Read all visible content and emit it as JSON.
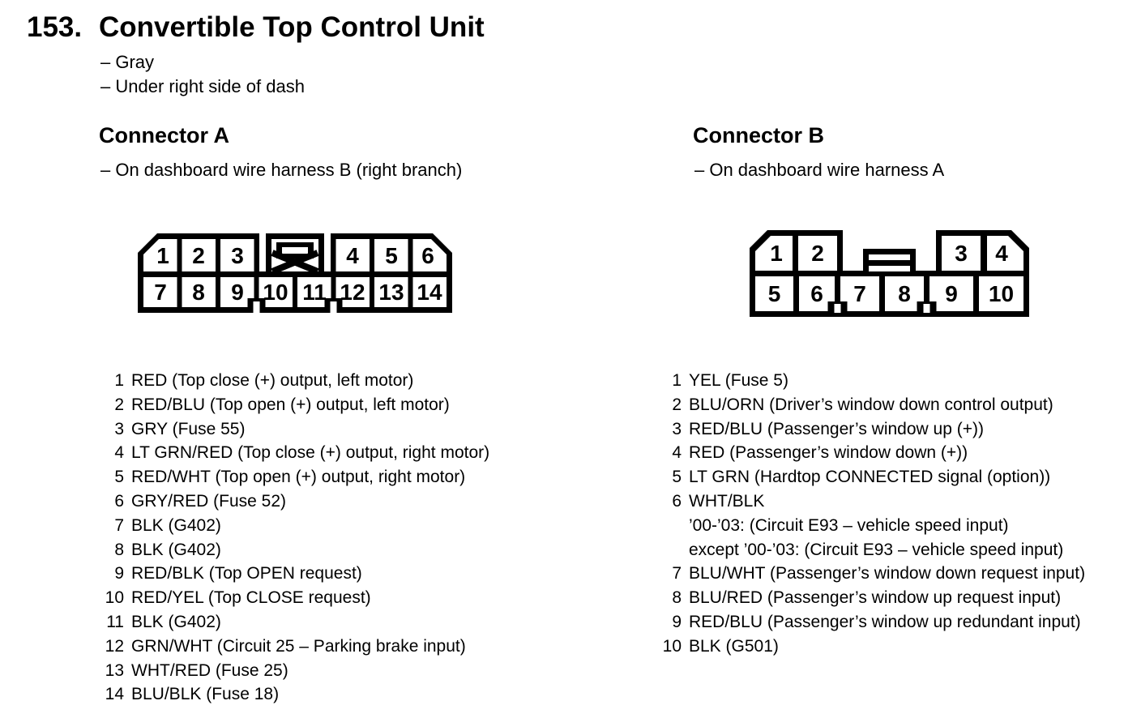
{
  "page": {
    "number": "153.",
    "title": "Convertible Top Control Unit",
    "notes": [
      "– Gray",
      "– Under right side of dash"
    ]
  },
  "connector_a": {
    "heading": "Connector A",
    "subtitle": "– On dashboard wire harness B (right branch)",
    "diagram": {
      "top_pins": [
        "1",
        "2",
        "3",
        "4",
        "5",
        "6"
      ],
      "bottom_pins": [
        "7",
        "8",
        "9",
        "10",
        "11",
        "12",
        "13",
        "14"
      ]
    },
    "lines": [
      {
        "num": "1",
        "label": "RED (Top close (+) output, left motor)"
      },
      {
        "num": "2",
        "label": "RED/BLU (Top open (+) output, left motor)"
      },
      {
        "num": "3",
        "label": "GRY (Fuse 55)"
      },
      {
        "num": "4",
        "label": "LT GRN/RED (Top close (+) output, right motor)"
      },
      {
        "num": "5",
        "label": "RED/WHT (Top open (+) output, right motor)"
      },
      {
        "num": "6",
        "label": "GRY/RED (Fuse 52)"
      },
      {
        "num": "7",
        "label": "BLK (G402)"
      },
      {
        "num": "8",
        "label": "BLK (G402)"
      },
      {
        "num": "9",
        "label": "RED/BLK (Top OPEN request)"
      },
      {
        "num": "10",
        "label": "RED/YEL (Top CLOSE request)"
      },
      {
        "num": "11",
        "label": "BLK (G402)"
      },
      {
        "num": "12",
        "label": "GRN/WHT (Circuit 25 – Parking brake input)"
      },
      {
        "num": "13",
        "label": "WHT/RED (Fuse 25)"
      },
      {
        "num": "14",
        "label": "BLU/BLK (Fuse 18)"
      }
    ]
  },
  "connector_b": {
    "heading": "Connector B",
    "subtitle": "– On dashboard wire harness A",
    "diagram": {
      "top_pins": [
        "1",
        "2",
        "3",
        "4"
      ],
      "bottom_pins": [
        "5",
        "6",
        "7",
        "8",
        "9",
        "10"
      ]
    },
    "lines": [
      {
        "num": "1",
        "label": "YEL (Fuse 5)"
      },
      {
        "num": "2",
        "label": "BLU/ORN (Driver’s window down control output)"
      },
      {
        "num": "3",
        "label": "RED/BLU (Passenger’s window up (+))"
      },
      {
        "num": "4",
        "label": "RED (Passenger’s window down (+))"
      },
      {
        "num": "5",
        "label": "LT GRN (Hardtop CONNECTED signal (option))"
      },
      {
        "num": "6",
        "label": "WHT/BLK"
      },
      {
        "num": "",
        "label": "’00-’03: (Circuit E93 – vehicle speed input)"
      },
      {
        "num": "",
        "label": "except ’00-’03: (Circuit E93 – vehicle speed input)"
      },
      {
        "num": "7",
        "label": "BLU/WHT (Passenger’s window down request input)"
      },
      {
        "num": "8",
        "label": "BLU/RED (Passenger’s window up request input)"
      },
      {
        "num": "9",
        "label": "RED/BLU (Passenger’s window up redundant input)"
      },
      {
        "num": "10",
        "label": "BLK (G501)"
      }
    ]
  }
}
